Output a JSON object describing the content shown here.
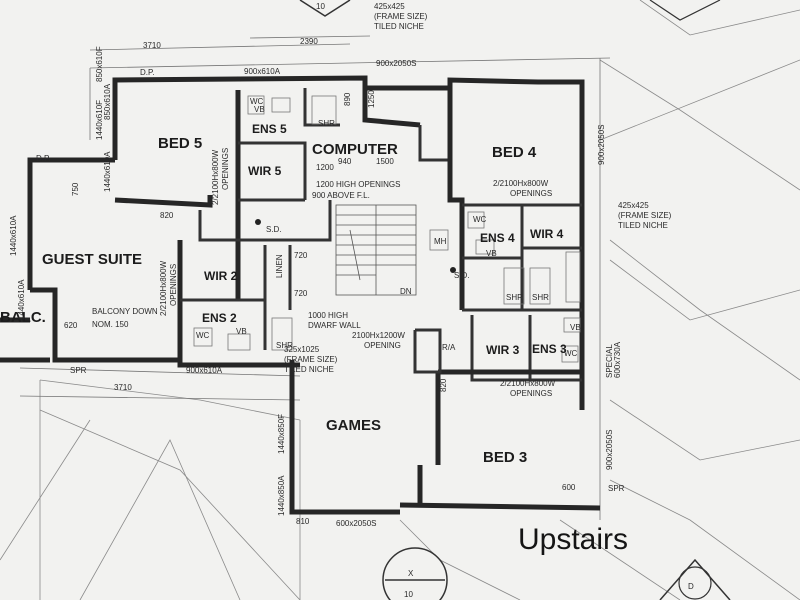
{
  "caption": "Upstairs",
  "rooms": {
    "bed5": "BED 5",
    "ens5": "ENS 5",
    "wir5": "WIR 5",
    "computer": "COMPUTER",
    "bed4": "BED 4",
    "guest": "GUEST SUITE",
    "wir2": "WIR 2",
    "ens2": "ENS 2",
    "ens4": "ENS 4",
    "wir4": "WIR 4",
    "wir3": "WIR 3",
    "ens3": "ENS 3",
    "games": "GAMES",
    "bed3": "BED 3",
    "balc": "BALC."
  },
  "notes": {
    "d3710_top": "3710",
    "d2390": "2390",
    "n425_top": "425x425",
    "n_frame_top": "(FRAME SIZE)",
    "n_tiled_top": "TILED NICHE",
    "dp1": "D.P.",
    "dp2": "D.P.",
    "w900_610_top": "900x610A",
    "w900_2050_top": "900x2050S",
    "d1200": "1200",
    "d1500": "1500",
    "n1200_high": "1200 HIGH OPENINGS",
    "n900_above": "900 ABOVE F.L.",
    "n2100_800_bed4": "2/2100Hx800W",
    "n_openings_bed4": "OPENINGS",
    "n425_right": "425x425",
    "n_frame_right": "(FRAME SIZE)",
    "n_tiled_right": "TILED NICHE",
    "d900_2050_right": "900x2050S",
    "sd1": "S.D.",
    "sd2": "S.D.",
    "linen": "LINEN",
    "d720a": "720",
    "d720b": "720",
    "n1000_high": "1000 HIGH",
    "n_dwarf": "DWARF WALL",
    "balcony": "BALCONY DOWN",
    "nom": "NOM. 150",
    "d620": "620",
    "d820a": "820",
    "d820b": "820",
    "d750": "750",
    "n2100_800_bed5": "2/2100Hx800W",
    "n_openings_bed5": "OPENINGS",
    "n2100_800_guest": "2/2100Hx800W",
    "n_openings_guest": "OPENINGS",
    "n325": "325x1025",
    "n_frame_mid": "(FRAME SIZE)",
    "n_tiled_mid": "TILED NICHE",
    "n2100_1200": "2100Hx1200W",
    "n_openings_mid": "OPENING",
    "w900_610_bottom": "900x610A",
    "spr1": "SPR",
    "spr2": "SPR",
    "d3710_bottom": "3710",
    "n2100_800_bed3": "2/2100Hx800W",
    "n_openings_bed3": "OPENINGS",
    "ra": "R/A",
    "w600_2050_bottom": "600x2050S",
    "d810": "810",
    "d900_2050_bed3": "900x2050S",
    "special": "SPECIAL",
    "w600_730": "600x730A",
    "d600": "600",
    "vb1": "VB",
    "vb2": "VB",
    "vb3": "VB",
    "vb4": "VB",
    "wc1": "WC",
    "wc2": "WC",
    "wc3": "WC",
    "wc4": "WC",
    "shr1": "SHR",
    "shr2": "SHR",
    "shr3": "SHR",
    "shr4": "SHR",
    "mh": "MH",
    "dn": "DN",
    "d1440_610a": "1440x610A",
    "d1440_610b": "1440x610A",
    "d1440_850a": "1440x850F",
    "d1440_850b": "1440x850A",
    "d1440_610f": "1440x610F",
    "d1440_610g": "1440x610A",
    "d850_610f": "850x610F",
    "d850_610a": "850x610A",
    "d1250": "1250",
    "d890": "890",
    "d940": "940",
    "sym_top_num": "10",
    "sym_x": "X",
    "sym_bottom_num": "10",
    "sym_d": "D"
  }
}
